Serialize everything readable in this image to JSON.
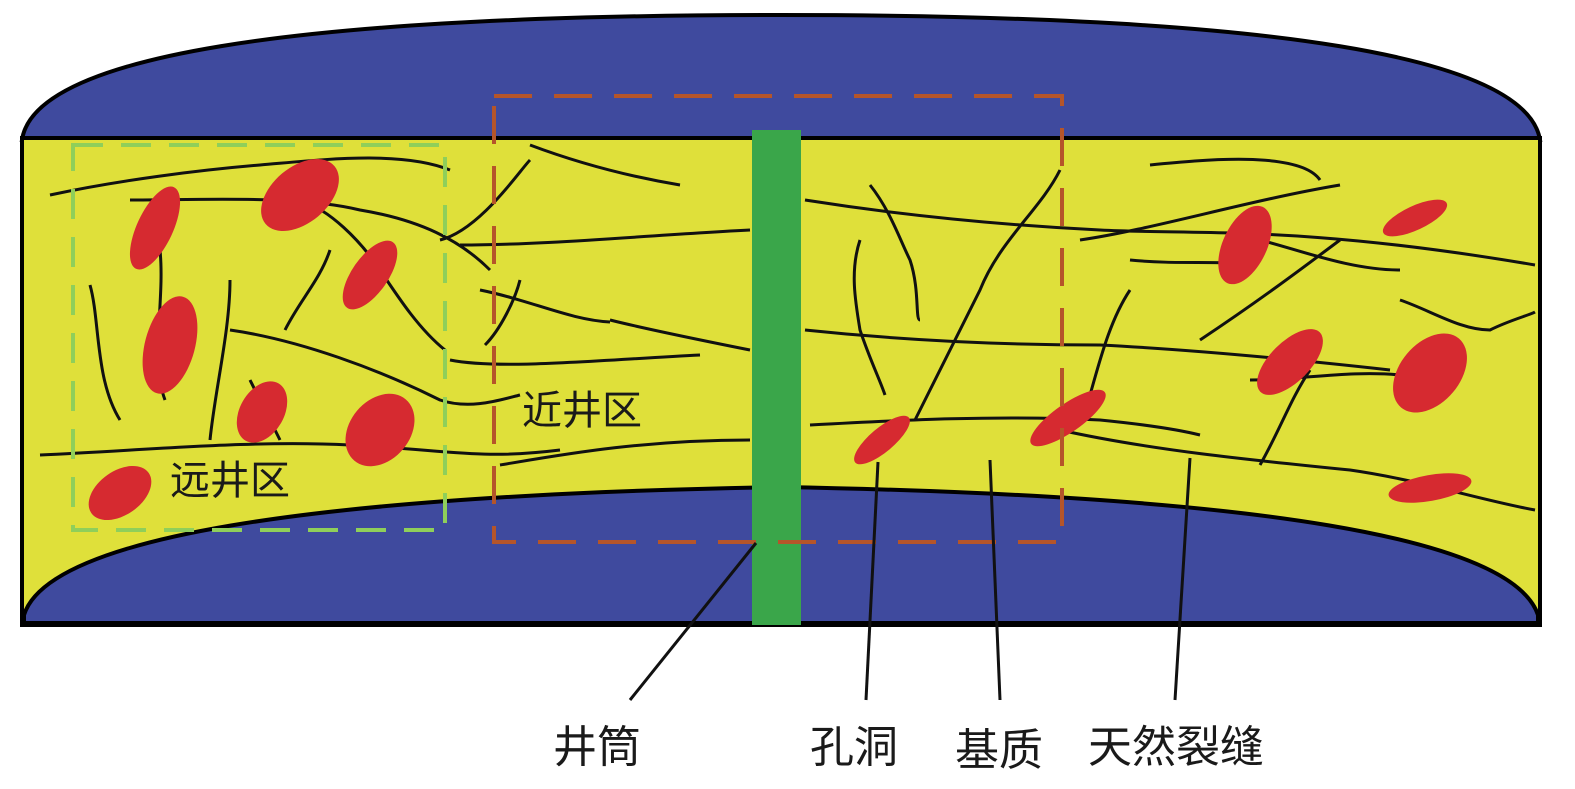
{
  "labels": {
    "near_well": "近井区",
    "far_well": "远井区",
    "wellbore": "井筒",
    "vug": "孔洞",
    "matrix": "基质",
    "natural_fracture": "天然裂缝"
  },
  "colors": {
    "cap": "#3f4a9e",
    "matrix": "#dfe03a",
    "wellbore": "#3aa64a",
    "vug": "#d62a30",
    "near_well_box": "#b5552a",
    "far_well_box": "#8fcf5a",
    "fracture": "#111111"
  }
}
